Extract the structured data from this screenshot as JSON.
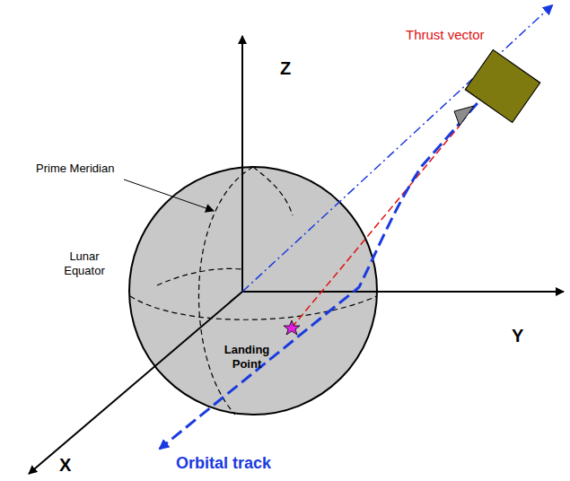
{
  "diagram": {
    "labels": [
      "Z",
      "Y",
      "X",
      "Prime Meridian",
      "Lunar Equator",
      "Landing Point",
      "Thrust vector",
      "Orbital track"
    ]
  }
}
